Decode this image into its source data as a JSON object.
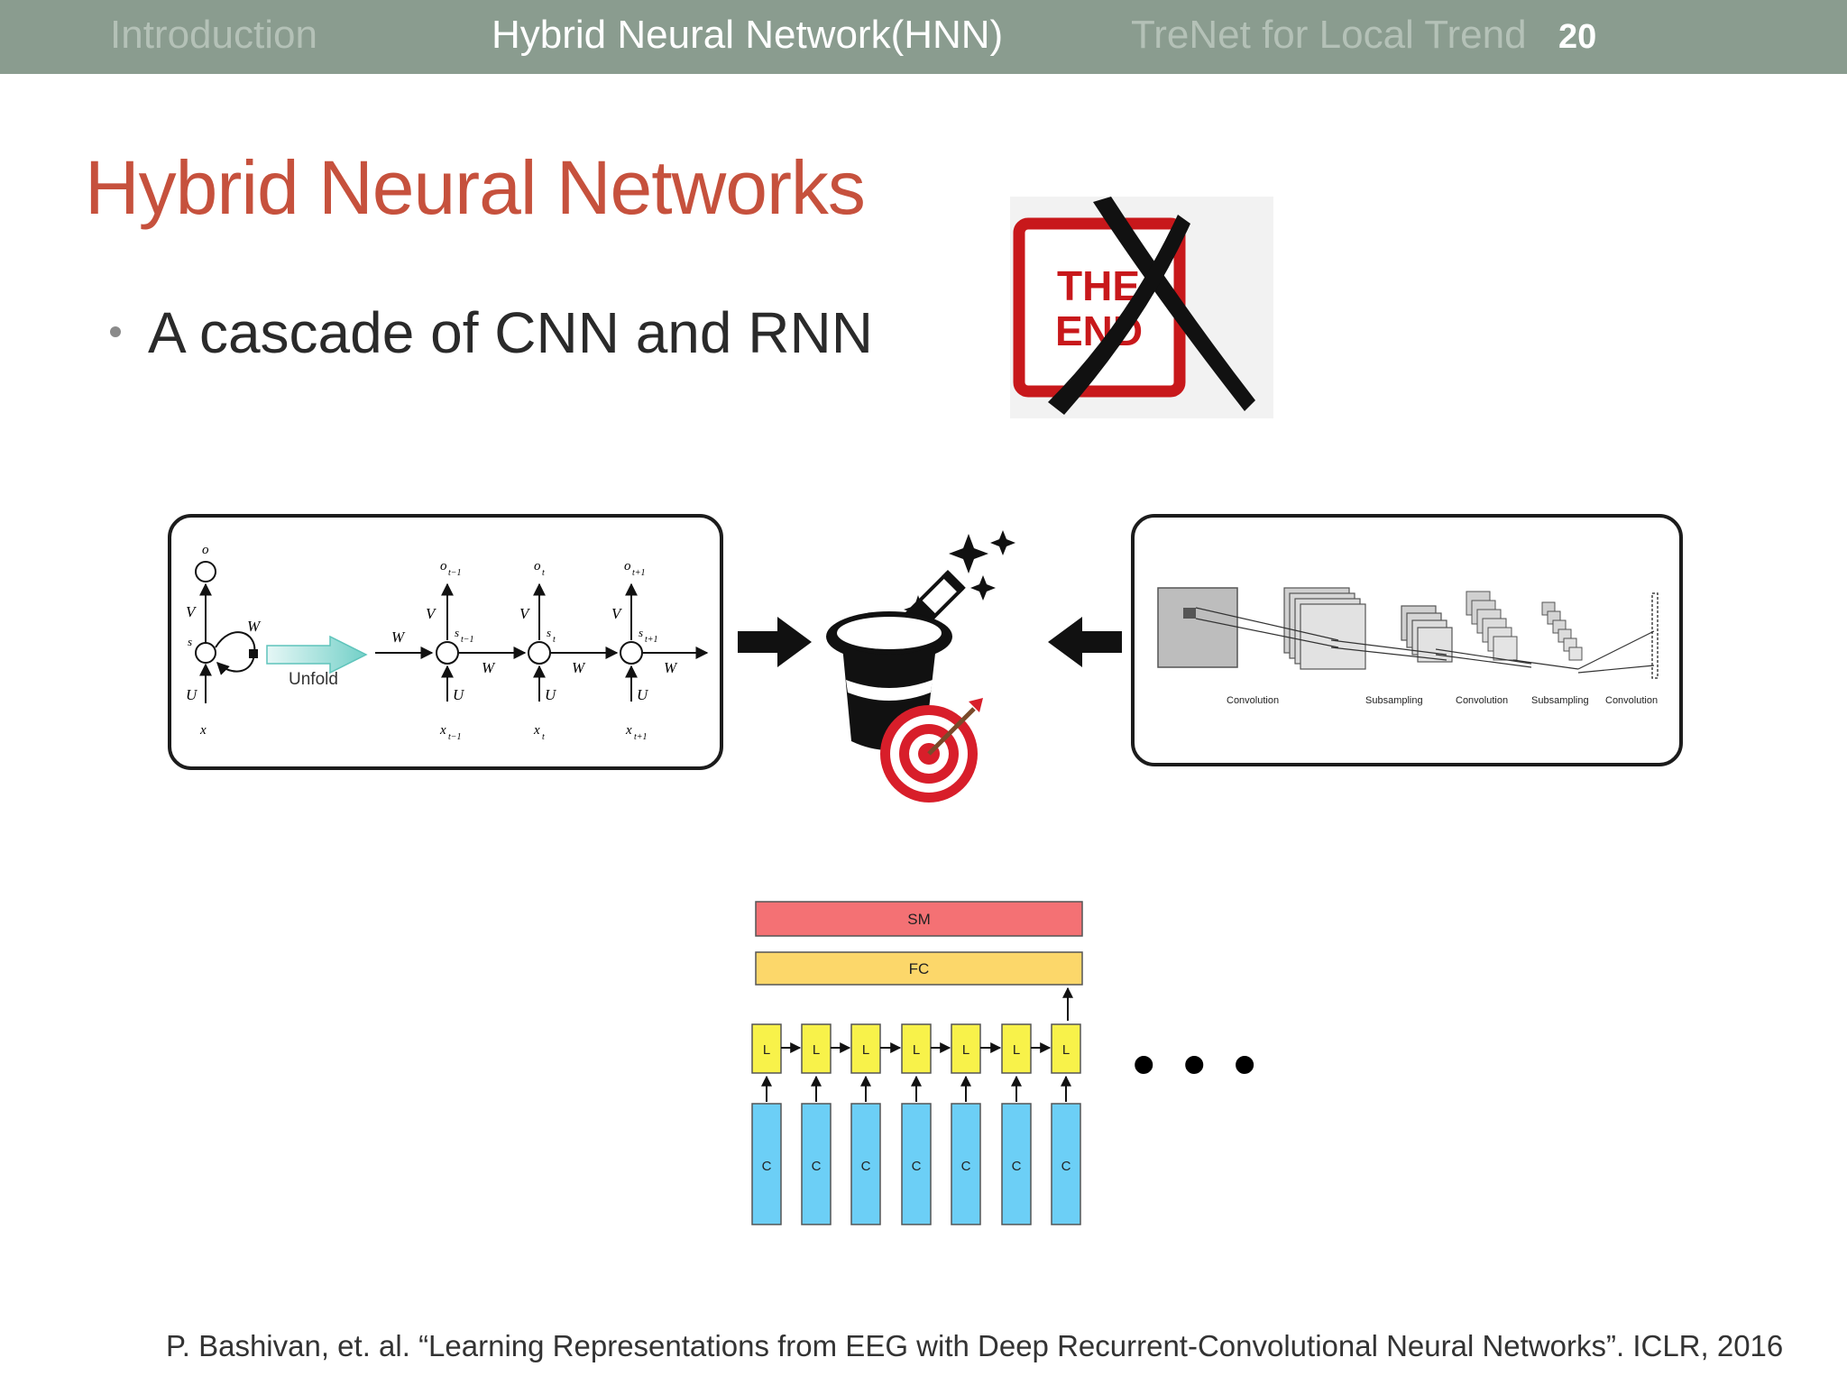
{
  "header": {
    "nav_intro": "Introduction",
    "nav_hnn": "Hybrid Neural Network(HNN)",
    "nav_trenet": "TreNet for Local Trend",
    "page_number": "20"
  },
  "slide": {
    "title": "Hybrid Neural Networks",
    "bullet": "A cascade of CNN and RNN",
    "the_end_line1": "THE",
    "the_end_line2": "END"
  },
  "rnn_diagram": {
    "unfold_label": "Unfold",
    "o": "o",
    "s": "s",
    "x": "x",
    "V": "V",
    "U": "U",
    "W": "W",
    "o_prev": "o",
    "o_prev_sub": "t−1",
    "o_t": "o",
    "o_t_sub": "t",
    "o_next": "o",
    "o_next_sub": "t+1",
    "s_prev_sub": "t−1",
    "s_t_sub": "t",
    "s_next_sub": "t+1",
    "x_prev_sub": "t−1",
    "x_t_sub": "t",
    "x_next_sub": "t+1"
  },
  "cnn_diagram": {
    "label_conv1": "Convolution",
    "label_sub1": "Subsampling",
    "label_conv2": "Convolution",
    "label_sub2": "Subsampling",
    "label_conv3": "Convolution"
  },
  "rcnn_diagram": {
    "sm_label": "SM",
    "fc_label": "FC",
    "lstm_label": "L",
    "cnn_label": "C",
    "colors": {
      "sm": "#f47174",
      "fc": "#fcd76a",
      "lstm": "#f8f24a",
      "cnn": "#6ccff6"
    }
  },
  "ellipsis": "• • •",
  "citation": "P. Bashivan, et. al. “Learning Representations from EEG with Deep Recurrent-Convolutional Neural Networks”. ICLR, 2016",
  "icons": [
    "the-end-crossed-icon",
    "magic-hat-icon",
    "magic-wand-icon",
    "target-icon",
    "arrow-right-icon",
    "arrow-left-icon"
  ]
}
